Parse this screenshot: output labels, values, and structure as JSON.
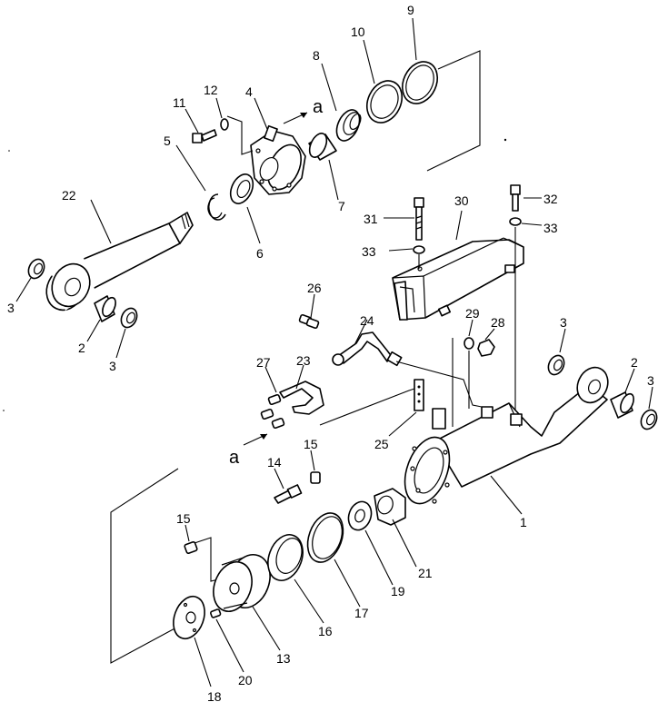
{
  "labels": {
    "l1": "1",
    "l2a": "2",
    "l2b": "2",
    "l3a": "3",
    "l3b": "3",
    "l3c": "3",
    "l3d": "3",
    "l4": "4",
    "l5": "5",
    "l6": "6",
    "l7": "7",
    "l8": "8",
    "l9": "9",
    "l10": "10",
    "l11": "11",
    "l12": "12",
    "l13": "13",
    "l14": "14",
    "l15a": "15",
    "l15b": "15",
    "l16": "16",
    "l17": "17",
    "l18": "18",
    "l19": "19",
    "l20": "20",
    "l21": "21",
    "l22": "22",
    "l23": "23",
    "l24": "24",
    "l25": "25",
    "l26": "26",
    "l27": "27",
    "l28": "28",
    "l29": "29",
    "l30": "30",
    "l31": "31",
    "l32": "32",
    "l33a": "33",
    "l33b": "33",
    "refA1": "a",
    "refA2": "a"
  }
}
